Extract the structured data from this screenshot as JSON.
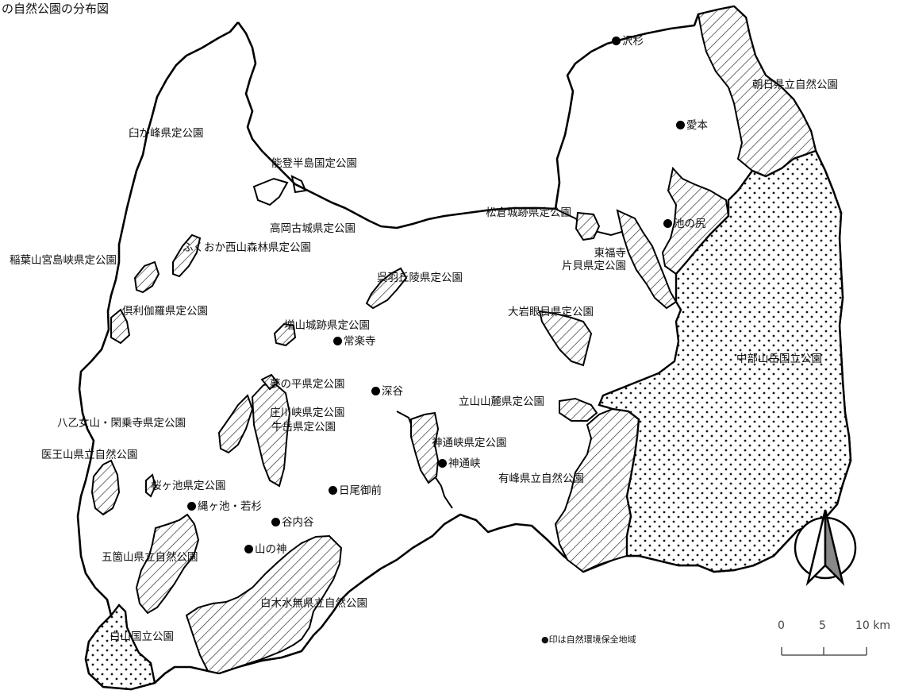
{
  "title": "の自然公園の分布図",
  "parks": [
    {
      "id": "notohanto",
      "name": "能登半島国定公園"
    },
    {
      "id": "usugamine",
      "name": "臼が峰県定公園"
    },
    {
      "id": "takaoka",
      "name": "高岡古城県定公園"
    },
    {
      "id": "fukuoka",
      "name": "ふくおか西山森林県定公園"
    },
    {
      "id": "inaba",
      "name": "稲葉山宮島峡県定公園"
    },
    {
      "id": "kurehakyu",
      "name": "呉羽丘陵県定公園"
    },
    {
      "id": "kurikara",
      "name": "倶利伽羅県定公園"
    },
    {
      "id": "masuyama",
      "name": "増山城跡県定公園"
    },
    {
      "id": "yumenotaira",
      "name": "夢の平県定公園"
    },
    {
      "id": "shogawa",
      "name": "庄川峡県定公園"
    },
    {
      "id": "ushidake",
      "name": "牛岳県定公園"
    },
    {
      "id": "yaotome",
      "name": "八乙女山・閑乗寺県定公園"
    },
    {
      "id": "iozen",
      "name": "医王山県立自然公園"
    },
    {
      "id": "sakuragaike",
      "name": "桜ヶ池県定公園"
    },
    {
      "id": "gokayama",
      "name": "五箇山県立自然公園"
    },
    {
      "id": "hakusan",
      "name": "白山国立公園"
    },
    {
      "id": "shirakimizunashi",
      "name": "白木水無県立自然公園"
    },
    {
      "id": "jinzukyo",
      "name": "神通峡県定公園"
    },
    {
      "id": "arimine",
      "name": "有峰県立自然公園"
    },
    {
      "id": "tateyama",
      "name": "立山山麓県定公園"
    },
    {
      "id": "chubu",
      "name": "中部山岳国立公園"
    },
    {
      "id": "oiwa",
      "name": "大岩眼目県定公園"
    },
    {
      "id": "tofukuji",
      "name": "東福寺\n片貝県定公園"
    },
    {
      "id": "matsukura",
      "name": "松倉城跡県定公園"
    },
    {
      "id": "asahi",
      "name": "朝日県立自然公園"
    }
  ],
  "conservation_areas": [
    {
      "id": "sawasugi",
      "name": "沢杉"
    },
    {
      "id": "aimoto",
      "name": "愛本"
    },
    {
      "id": "ikenoshiri",
      "name": "池の尻"
    },
    {
      "id": "jorakuji",
      "name": "常楽寺"
    },
    {
      "id": "fukadani",
      "name": "深谷"
    },
    {
      "id": "jinzukyo_site",
      "name": "神通峡"
    },
    {
      "id": "hiomigozen",
      "name": "日尾御前"
    },
    {
      "id": "nawagaike",
      "name": "縄ヶ池・若杉"
    },
    {
      "id": "taninaidani",
      "name": "谷内谷"
    },
    {
      "id": "yamanokami",
      "name": "山の神"
    }
  ],
  "legend": {
    "text": "●印は自然環境保全地域"
  },
  "scale": {
    "ticks": [
      "0",
      "5",
      "10 km"
    ]
  },
  "north_arrow": {
    "icon": "north-arrow-icon"
  },
  "colors": {
    "outline": "#000000",
    "background": "#ffffff"
  }
}
